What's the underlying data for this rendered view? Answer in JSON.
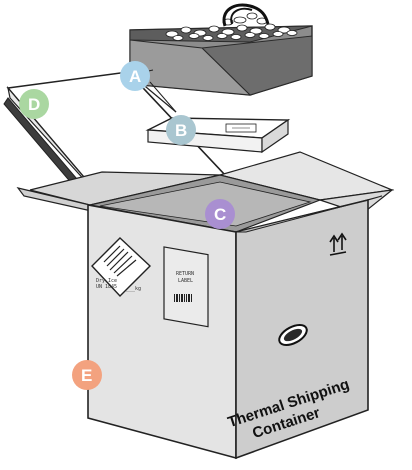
{
  "diagram": {
    "container_title": {
      "line1": "Thermal Shipping",
      "line2": "Container"
    },
    "return_label": {
      "line1": "RETURN",
      "line2": "LABEL"
    },
    "hazard_label": {
      "line1": "Dry Ice",
      "line2": "UN 1845",
      "kg_text": "___kg"
    },
    "orientation_icon": "this-way-up-arrows-icon",
    "handle_icon": "hand-hole-icon",
    "callouts": [
      {
        "label": "A",
        "color": "#a9d2ea"
      },
      {
        "label": "B",
        "color": "#a9c6d0"
      },
      {
        "label": "C",
        "color": "#a98fd1"
      },
      {
        "label": "D",
        "color": "#aad7a1"
      },
      {
        "label": "E",
        "color": "#f3a27f"
      }
    ]
  }
}
